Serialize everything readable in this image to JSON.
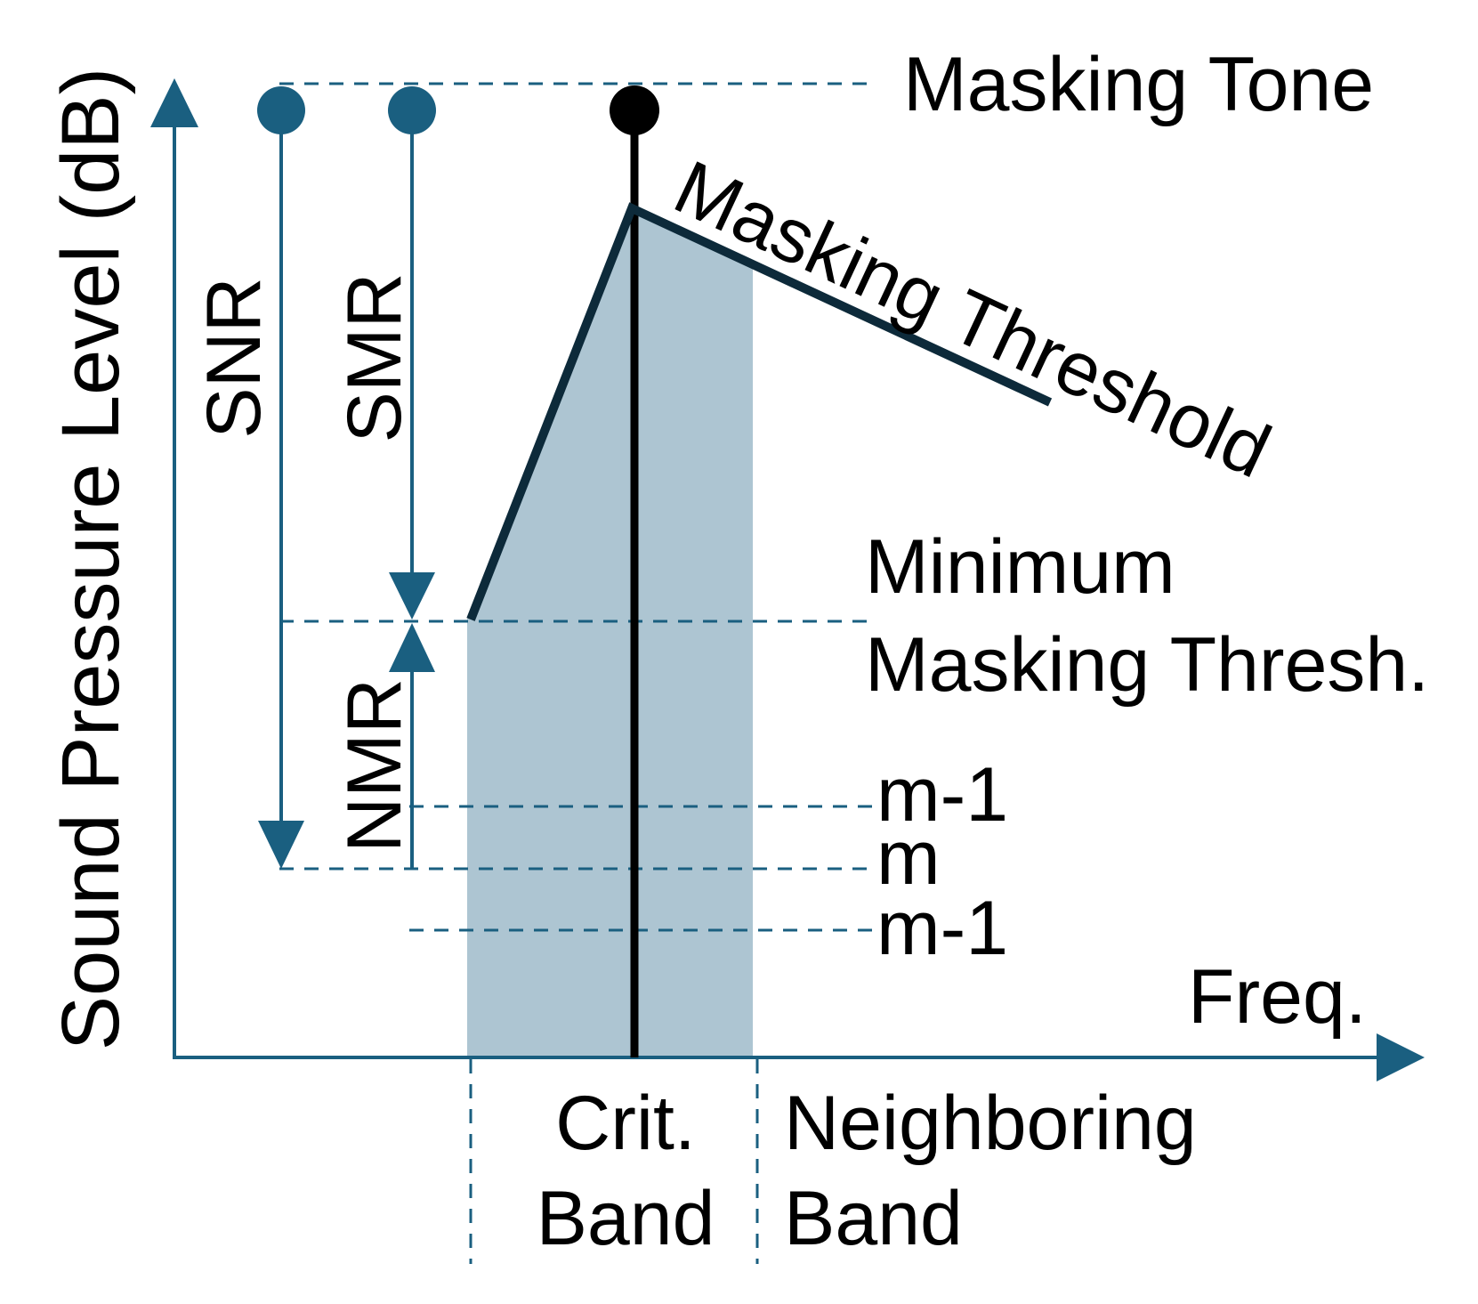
{
  "colors": {
    "accent": "#1a5f80",
    "band_fill": "#adc5d2",
    "threshold": "#0d2a3a",
    "text": "#000000"
  },
  "labels": {
    "y_axis": "Sound Pressure Level (dB)",
    "x_axis": "Freq.",
    "masking_tone": "Masking Tone",
    "masking_threshold": "Masking Threshold",
    "min_threshold_line1": "Minimum",
    "min_threshold_line2": "Masking Thresh.",
    "snr": "SNR",
    "smr": "SMR",
    "nmr": "NMR",
    "level_upper": "m-1",
    "level_mid": "m",
    "level_lower": "m-1",
    "crit_band_line1": "Crit.",
    "crit_band_line2": "Band",
    "neighbor_band_line1": "Neighboring",
    "neighbor_band_line2": "Band"
  }
}
